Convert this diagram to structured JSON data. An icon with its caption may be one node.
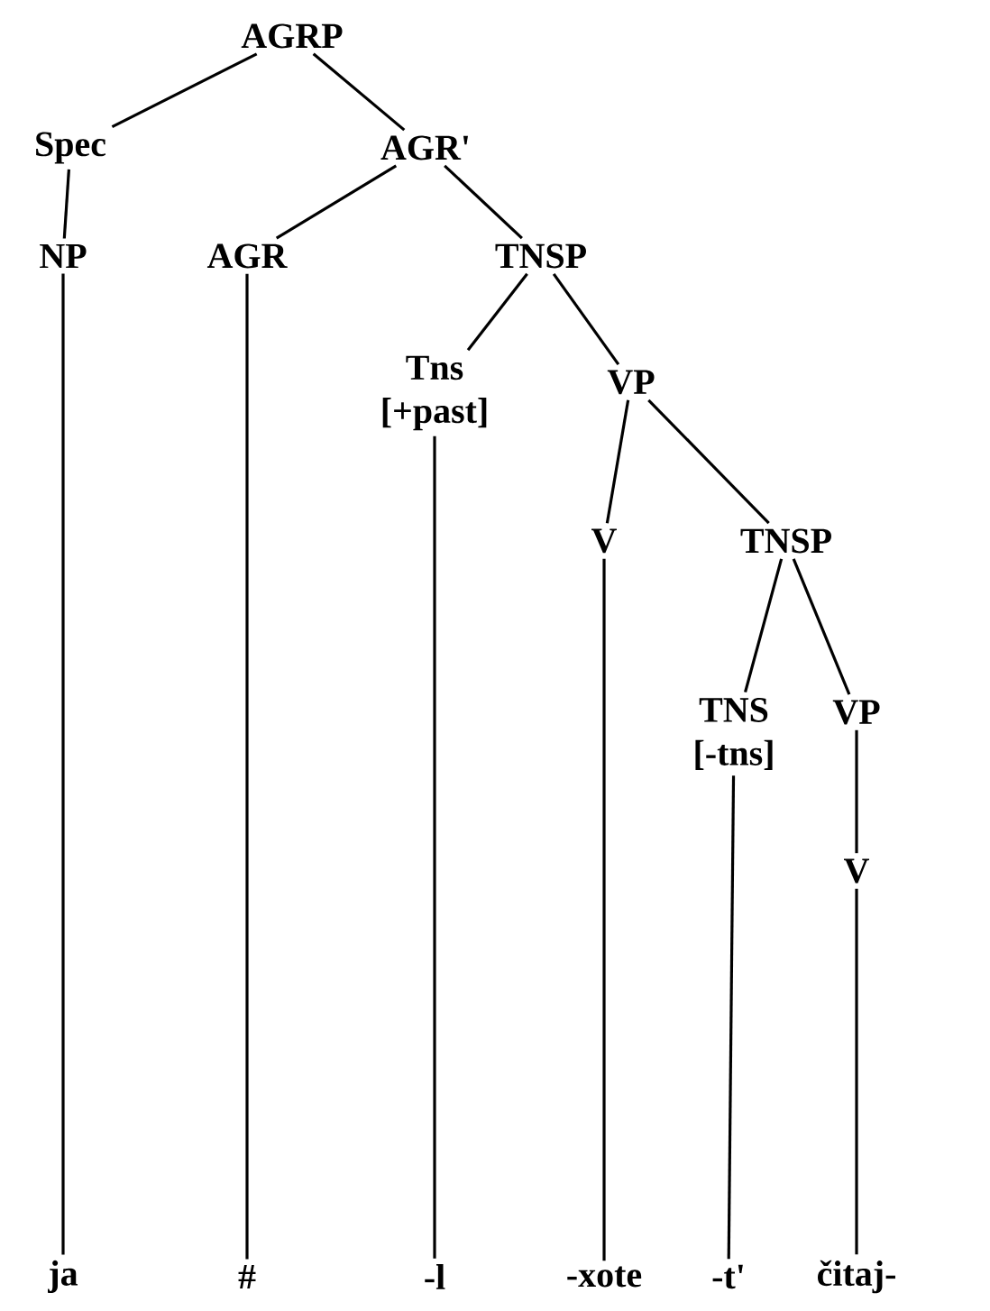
{
  "diagram": {
    "nodes": [
      {
        "text": [
          "AGRP"
        ]
      },
      {
        "text": [
          "Spec"
        ]
      },
      {
        "text": [
          "AGR'"
        ]
      },
      {
        "text": [
          "NP"
        ]
      },
      {
        "text": [
          "AGR"
        ]
      },
      {
        "text": [
          "TNSP"
        ]
      },
      {
        "text": [
          "Tns",
          "[+past]"
        ]
      },
      {
        "text": [
          "VP"
        ]
      },
      {
        "text": [
          "V"
        ]
      },
      {
        "text": [
          "TNSP"
        ]
      },
      {
        "text": [
          "TNS",
          "[-tns]"
        ]
      },
      {
        "text": [
          "VP"
        ]
      },
      {
        "text": [
          "V"
        ]
      },
      {
        "text": [
          "ja"
        ]
      },
      {
        "text": [
          "#"
        ]
      },
      {
        "text": [
          "-l"
        ]
      },
      {
        "text": [
          "-xote"
        ]
      },
      {
        "text": [
          "-t'"
        ]
      },
      {
        "text": [
          "čitaj-"
        ]
      }
    ],
    "edges": [
      {
        "from": 0,
        "to": 1,
        "arrow": "none"
      },
      {
        "from": 0,
        "to": 2,
        "arrow": "none"
      },
      {
        "from": 1,
        "to": 3,
        "arrow": "none"
      },
      {
        "from": 2,
        "to": 4,
        "arrow": "none"
      },
      {
        "from": 2,
        "to": 5,
        "arrow": "none"
      },
      {
        "from": 5,
        "to": 6,
        "arrow": "none"
      },
      {
        "from": 5,
        "to": 7,
        "arrow": "none"
      },
      {
        "from": 7,
        "to": 8,
        "arrow": "none"
      },
      {
        "from": 7,
        "to": 9,
        "arrow": "none"
      },
      {
        "from": 9,
        "to": 10,
        "arrow": "none"
      },
      {
        "from": 9,
        "to": 11,
        "arrow": "none"
      },
      {
        "from": 11,
        "to": 12,
        "arrow": "none"
      },
      {
        "from": 3,
        "to": 13,
        "arrow": "none"
      },
      {
        "from": 4,
        "to": 14,
        "arrow": "none"
      },
      {
        "from": 6,
        "to": 15,
        "arrow": "none"
      },
      {
        "from": 8,
        "to": 16,
        "arrow": "none"
      },
      {
        "from": 10,
        "to": 17,
        "arrow": "none"
      },
      {
        "from": 12,
        "to": 18,
        "arrow": "none"
      }
    ]
  }
}
